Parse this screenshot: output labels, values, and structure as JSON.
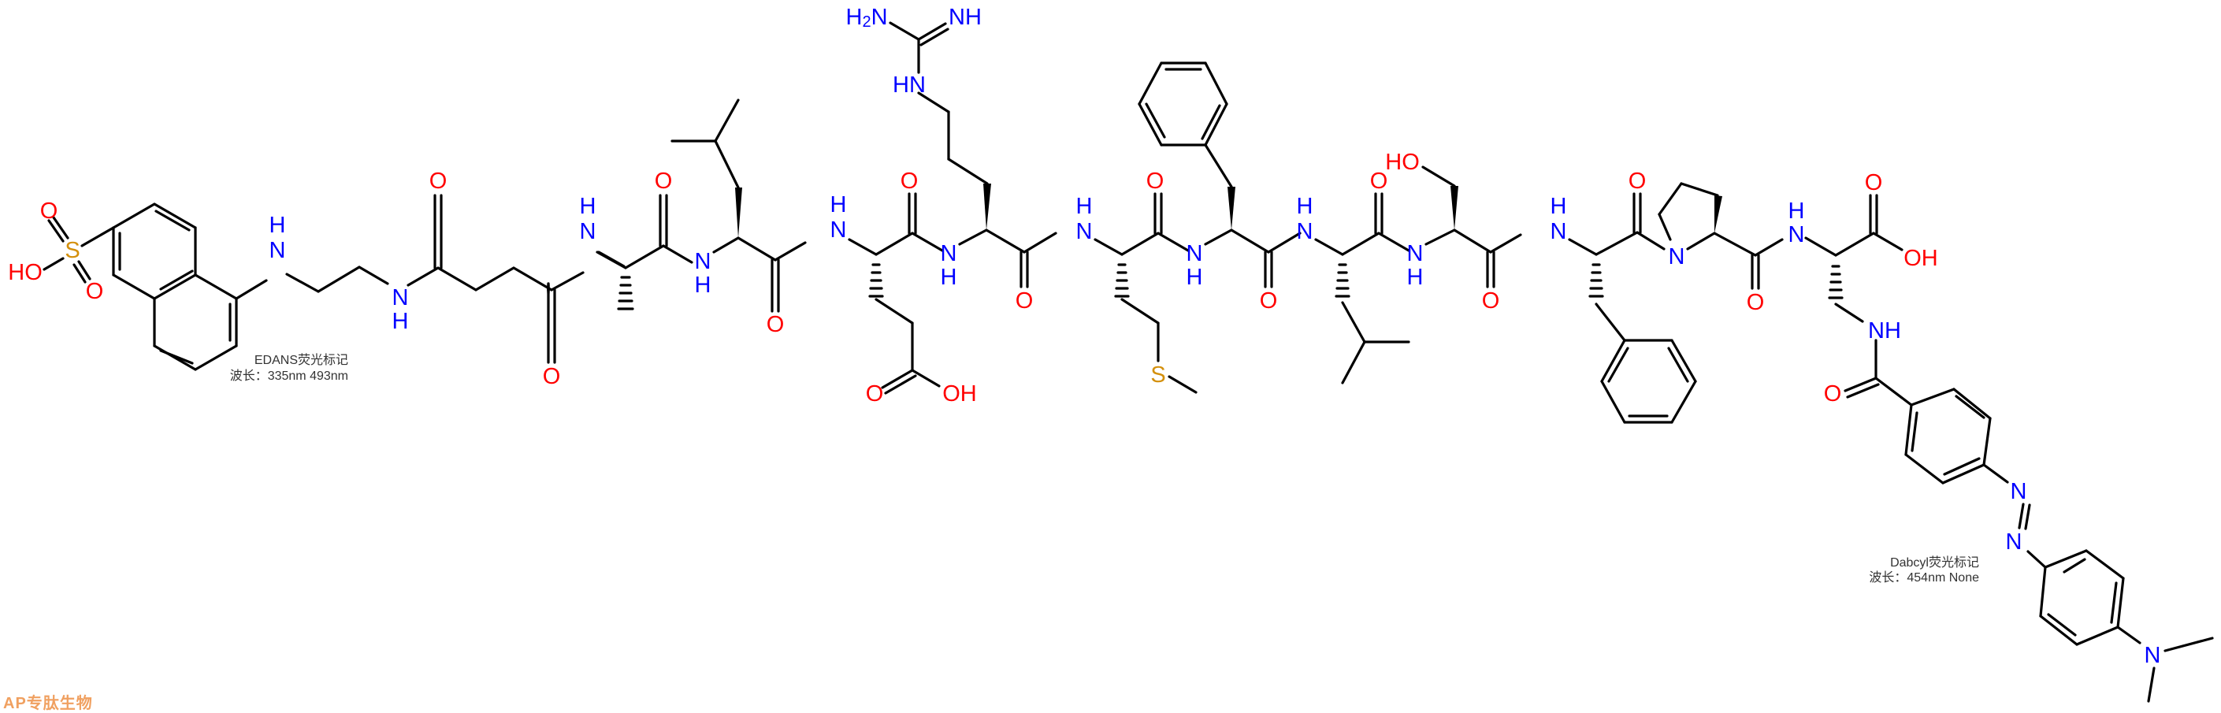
{
  "diagram": {
    "type": "chemical-structure",
    "description": "Fluorogenic FRET peptide substrate: EDANS-succinyl-Ala-Leu-Glu-Arg-Met-Phe-Leu-Ser-Phe-Pro-Dap(Dabcyl)-OH",
    "colors": {
      "bond": "#000000",
      "nitrogen": "#0000ff",
      "oxygen": "#ff0000",
      "sulfur": "#d4900c",
      "label": "#333333",
      "watermark": "#f0a060"
    },
    "atoms": {
      "so3h_o_top": "O",
      "so3h_s": "S",
      "so3h_oh": "HO",
      "so3h_o_bot": "O",
      "edans_nh": "H\nN",
      "linker_nh": "N\nH",
      "suc_o1": "O",
      "suc_o2": "O",
      "ala_nh": "H\nN",
      "ala_o": "O",
      "leu1_nh": "N\nH",
      "leu1_o": "O",
      "glu_nh": "H\nN",
      "glu_o": "O",
      "glu_side_o": "O",
      "glu_side_oh": "OH",
      "arg_nh": "N\nH",
      "arg_o": "O",
      "arg_hn": "HN",
      "arg_h2n": "H2N",
      "arg_nh_imine": "NH",
      "met_nh": "H\nN",
      "met_o": "O",
      "met_s": "S",
      "phe1_nh": "N\nH",
      "phe1_o": "O",
      "leu2_nh": "H\nN",
      "leu2_o": "O",
      "ser_nh": "N\nH",
      "ser_o": "O",
      "ser_oh": "HO",
      "phe2_nh": "H\nN",
      "phe2_o": "O",
      "pro_n": "N",
      "pro_o": "O",
      "dap_nh": "H\nN",
      "dap_o": "O",
      "dap_oh": "OH",
      "dap_side_nh": "NH",
      "dabcyl_o": "O",
      "azo_n1": "N",
      "azo_n2": "N",
      "nme2_n": "N"
    },
    "labels": {
      "edans_title": "EDANS荧光标记",
      "edans_wavelength": "波长：335nm 493nm",
      "dabcyl_title": "Dabcyl荧光标记",
      "dabcyl_wavelength": "波长：454nm None"
    },
    "sequence": [
      "EDANS",
      "Suc",
      "Ala",
      "Leu",
      "Glu",
      "Arg",
      "Met",
      "Phe",
      "Leu",
      "Ser",
      "Phe",
      "Pro",
      "Dap(Dabcyl)",
      "OH"
    ]
  },
  "watermark": {
    "text": "AP专肽生物"
  }
}
